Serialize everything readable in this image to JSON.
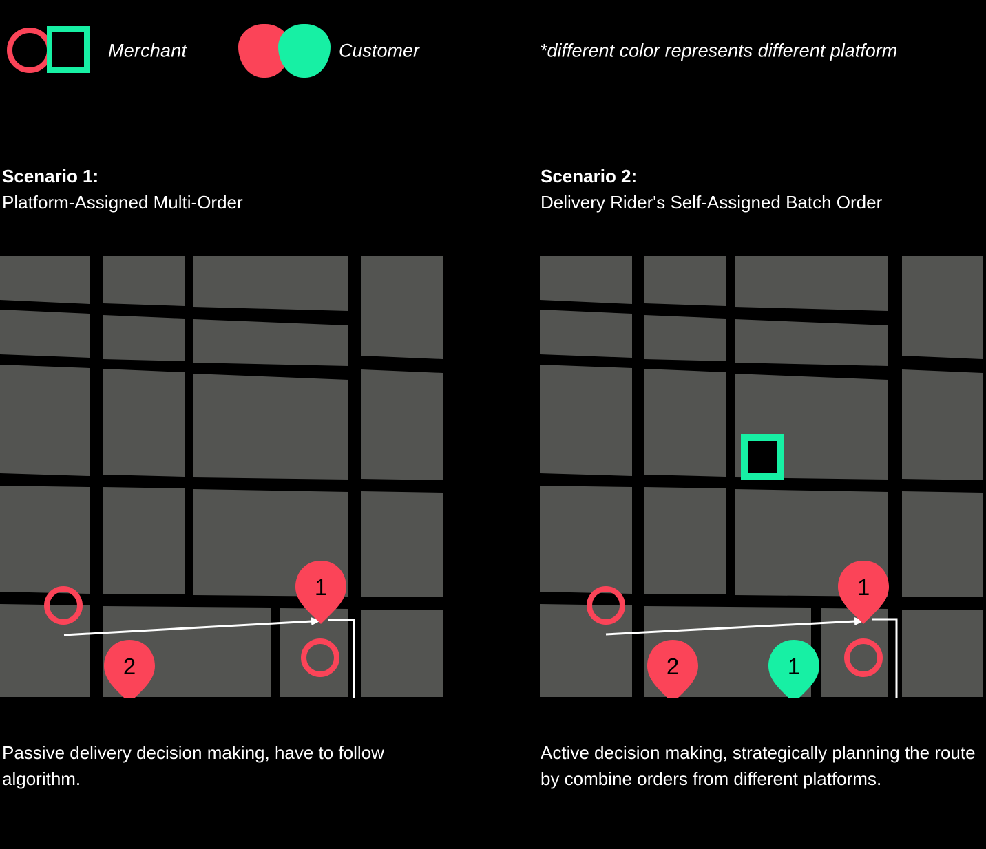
{
  "legend": {
    "merchant_label": "Merchant",
    "customer_label": "Customer",
    "note": "*different color represents different platform",
    "merchant_icon_circle": "merchant-circle-icon",
    "merchant_icon_square": "merchant-square-icon",
    "customer_icon_pin_red": "customer-pin-red-icon",
    "customer_icon_pin_green": "customer-pin-green-icon"
  },
  "colors": {
    "background": "#000000",
    "platform_a_red": "#FB4458",
    "platform_b_green": "#17F0A4",
    "city_block_gray": "#535451",
    "route_white": "#FFFFFF",
    "text": "#FFFFFF"
  },
  "scenarios": [
    {
      "id": "scenario-1",
      "title": "Scenario 1:",
      "subtitle": "Platform-Assigned Multi-Order",
      "caption": "Passive delivery decision making, have to follow algorithm.",
      "markers": [
        {
          "type": "merchant-circle",
          "platform": "red",
          "label": ""
        },
        {
          "type": "merchant-circle",
          "platform": "red",
          "label": ""
        },
        {
          "type": "customer-pin",
          "platform": "red",
          "label": "1"
        },
        {
          "type": "customer-pin",
          "platform": "red",
          "label": "2"
        }
      ]
    },
    {
      "id": "scenario-2",
      "title": "Scenario 2:",
      "subtitle": "Delivery Rider's Self-Assigned Batch Order",
      "caption": "Active decision making, strategically planning the route by combine orders from different platforms.",
      "markers": [
        {
          "type": "merchant-circle",
          "platform": "red",
          "label": ""
        },
        {
          "type": "merchant-circle",
          "platform": "red",
          "label": ""
        },
        {
          "type": "merchant-square",
          "platform": "green",
          "label": ""
        },
        {
          "type": "customer-pin",
          "platform": "red",
          "label": "1"
        },
        {
          "type": "customer-pin",
          "platform": "red",
          "label": "2"
        },
        {
          "type": "customer-pin",
          "platform": "green",
          "label": "1"
        }
      ]
    }
  ],
  "map_labels": {
    "s1_pin1": "1",
    "s1_pin2": "2",
    "s2_pin1": "1",
    "s2_pin2": "2",
    "s2_pin_green1": "1"
  }
}
